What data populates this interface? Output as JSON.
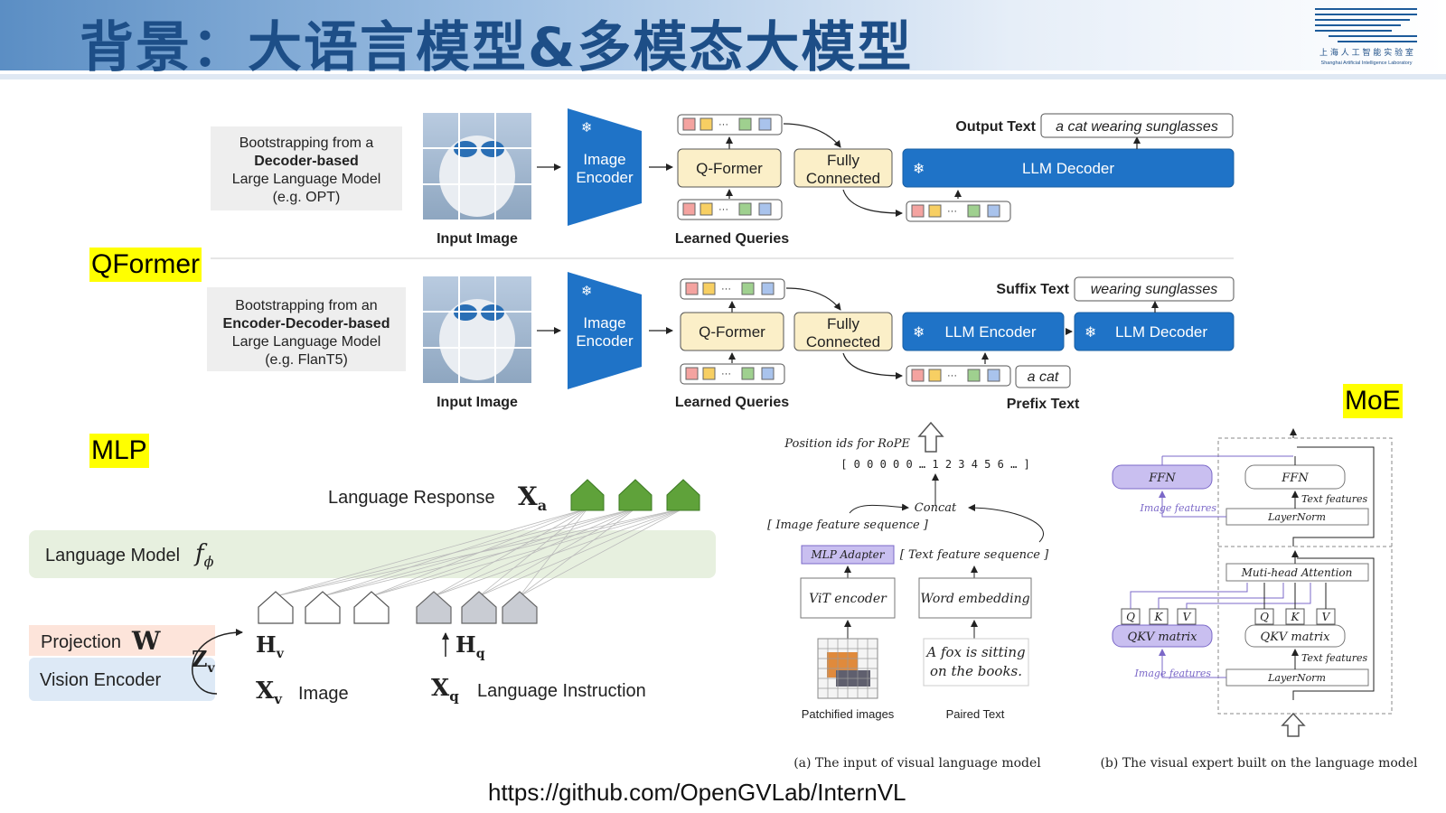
{
  "header": {
    "title": "背景：大语言模型&多模态大模型",
    "logo_cn": "上 海 人 工 智 能 实 验 室",
    "logo_en": "Shanghai Artificial Intelligence Laboratory"
  },
  "tags": {
    "qformer": "QFormer",
    "mlp": "MLP",
    "moe": "MoE"
  },
  "qformer": {
    "row1": {
      "boot": [
        "Bootstrapping from a",
        "Decoder-based",
        "Large Language Model",
        "(e.g. OPT)"
      ],
      "input_image": "Input Image",
      "encoder": [
        "Image",
        "Encoder"
      ],
      "qformer": "Q-Former",
      "fc": [
        "Fully",
        "Connected"
      ],
      "learned_queries": "Learned Queries",
      "output_label": "Output Text",
      "output_text": "a cat wearing sunglasses",
      "llm_decoder": "LLM Decoder"
    },
    "row2": {
      "boot": [
        "Bootstrapping from an",
        "Encoder-Decoder-based",
        "Large Language Model",
        "(e.g. FlanT5)"
      ],
      "input_image": "Input Image",
      "encoder": [
        "Image",
        "Encoder"
      ],
      "qformer": "Q-Former",
      "fc": [
        "Fully",
        "Connected"
      ],
      "learned_queries": "Learned Queries",
      "suffix_label": "Suffix Text",
      "suffix_text": "wearing sunglasses",
      "llm_encoder": "LLM Encoder",
      "llm_decoder": "LLM Decoder",
      "prefix_text": "a cat",
      "prefix_label": "Prefix Text"
    }
  },
  "mlp": {
    "language_response": "Language Response",
    "xa": "X",
    "xa_sub": "a",
    "language_model": "Language Model",
    "f": "f",
    "f_sub": "ϕ",
    "projection": "Projection",
    "W": "W",
    "vision_encoder": "Vision Encoder",
    "zv": "Z",
    "zv_sub": "v",
    "hv": "H",
    "hv_sub": "v",
    "hq": "H",
    "hq_sub": "q",
    "xv": "X",
    "xv_sub": "v",
    "image": "Image",
    "xq": "X",
    "xq_sub": "q",
    "language_instruction": "Language Instruction"
  },
  "vlm": {
    "position_ids": "Position ids for RoPE",
    "sequence": "[ 0 0 0 0 0 … 1 2 3 4 5 6 … ]",
    "concat": "Concat",
    "image_seq": "[ Image feature sequence ]",
    "text_seq": "[ Text  feature sequence ]",
    "mlp_adapter": "MLP Adapter",
    "vit": "ViT encoder",
    "word_emb": "Word embedding",
    "fox1": "A fox is sitting",
    "fox2": "on the books.",
    "patch_label": "Patchified images",
    "paired_label": "Paired Text",
    "caption": "(a) The input of visual language model"
  },
  "moe": {
    "ffn": "FFN",
    "text_features": "Text features",
    "image_features": "Image features",
    "layernorm": "LayerNorm",
    "mha": "Muti-head Attention",
    "q": "Q",
    "k": "K",
    "v": "V",
    "qkv": "QKV matrix",
    "caption": "(b) The visual expert built on the language model"
  },
  "footer": {
    "url": "https://github.com/OpenGVLab/InternVL"
  },
  "colors": {
    "blue": "#1f73c7",
    "dark_blue": "#1d4e87",
    "yellow_box": "#fbefc8",
    "green_shape": "#5fa23a",
    "gray_shape": "#c9ccd3",
    "purple": "#7b68c8",
    "purple_fill": "#c9bff0",
    "tag": "#ffff00"
  }
}
